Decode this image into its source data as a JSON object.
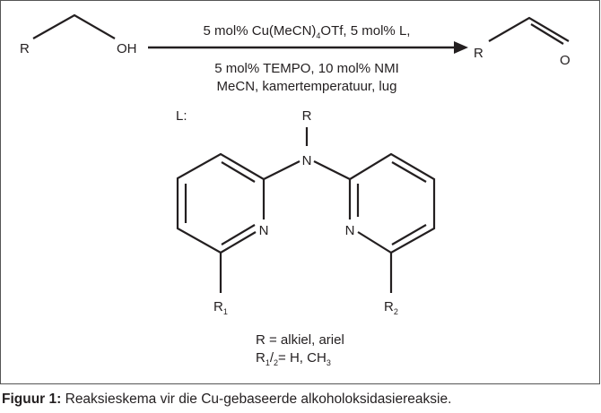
{
  "reaction": {
    "reactant": {
      "r_label": "R",
      "oh_label": "OH"
    },
    "conditions": {
      "line1_prefix": "5 mol% Cu(MeCN)",
      "line1_sub": "4",
      "line1_suffix": "OTf, 5 mol% L,",
      "line2": "5 mol% TEMPO, 10 mol% NMI",
      "line3": "MeCN, kamertemperatuur, lug"
    },
    "product": {
      "r_label": "R",
      "o_label": "O"
    }
  },
  "ligand": {
    "label": "L:",
    "r_label": "R",
    "n_central": "N",
    "n_left": "N",
    "n_right": "N",
    "r1_main": "R",
    "r1_sub": "1",
    "r2_main": "R",
    "r2_sub": "2",
    "legend_line1": "R = alkiel, ariel",
    "legend_line2_r": "R",
    "legend_line2_sub1": "1",
    "legend_line2_slash": "/",
    "legend_line2_sub2": "2",
    "legend_line2_rest": "= H, CH",
    "legend_line2_sub3": "3"
  },
  "caption": {
    "label": "Figuur 1:",
    "text": " Reaksieskema vir die Cu-gebaseerde alkoholoksidasiereaksie."
  }
}
